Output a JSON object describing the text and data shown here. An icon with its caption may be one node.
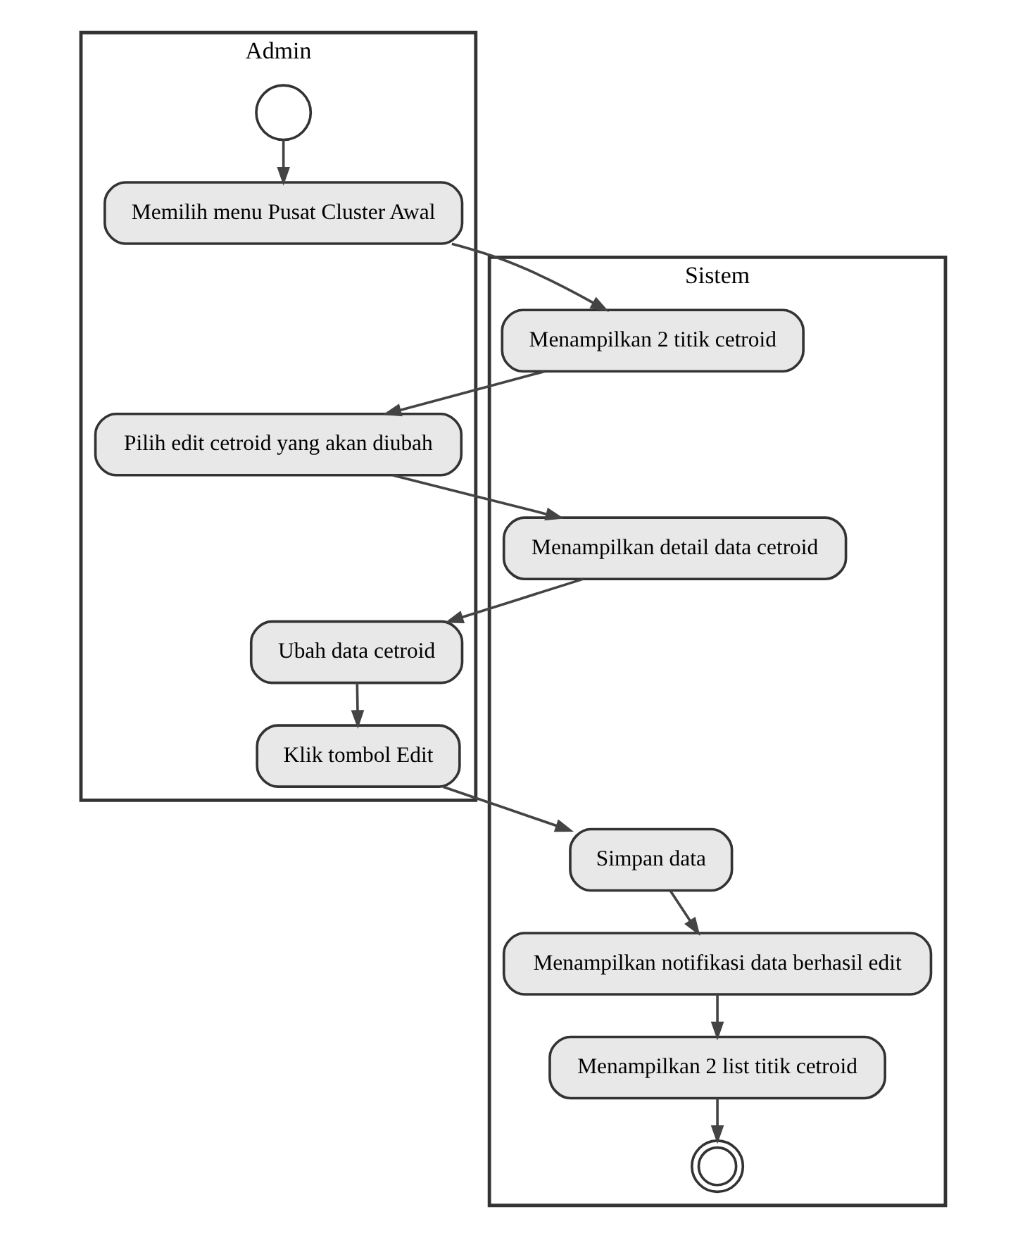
{
  "diagram": {
    "nodes": [
      {
        "text": [
          "Admin"
        ]
      },
      {
        "text": [
          "Sistem"
        ]
      },
      {
        "text": [],
        "shape": "circle",
        "in": 0
      },
      {
        "text": [
          "Memilih menu Pusat Cluster Awal"
        ],
        "in": 0
      },
      {
        "text": [
          "Menampilkan 2 titik cetroid"
        ],
        "in": 1
      },
      {
        "text": [
          "Pilih edit cetroid yang akan diubah"
        ],
        "in": 0
      },
      {
        "text": [
          "Menampilkan detail data cetroid"
        ],
        "in": 1
      },
      {
        "text": [
          "Ubah data cetroid"
        ],
        "in": 0
      },
      {
        "text": [
          "Klik tombol Edit"
        ],
        "in": 0
      },
      {
        "text": [
          "Simpan data"
        ],
        "in": 1
      },
      {
        "text": [
          "Menampilkan notifikasi data berhasil edit"
        ],
        "in": 1
      },
      {
        "text": [
          "Menampilkan 2 list titik cetroid"
        ],
        "in": 1
      },
      {
        "text": [],
        "shape": "circle",
        "in": 1
      }
    ],
    "edges": [
      {
        "from": 2,
        "to": 3,
        "arrow": "to"
      },
      {
        "from": 3,
        "to": 4,
        "arrow": "to"
      },
      {
        "from": 4,
        "to": 5,
        "arrow": "to"
      },
      {
        "from": 5,
        "to": 6,
        "arrow": "to"
      },
      {
        "from": 6,
        "to": 7,
        "arrow": "to"
      },
      {
        "from": 7,
        "to": 8,
        "arrow": "to"
      },
      {
        "from": 8,
        "to": 9,
        "arrow": "to"
      },
      {
        "from": 9,
        "to": 10,
        "arrow": "to"
      },
      {
        "from": 10,
        "to": 11,
        "arrow": "to"
      },
      {
        "from": 11,
        "to": 12,
        "arrow": "to"
      }
    ]
  }
}
